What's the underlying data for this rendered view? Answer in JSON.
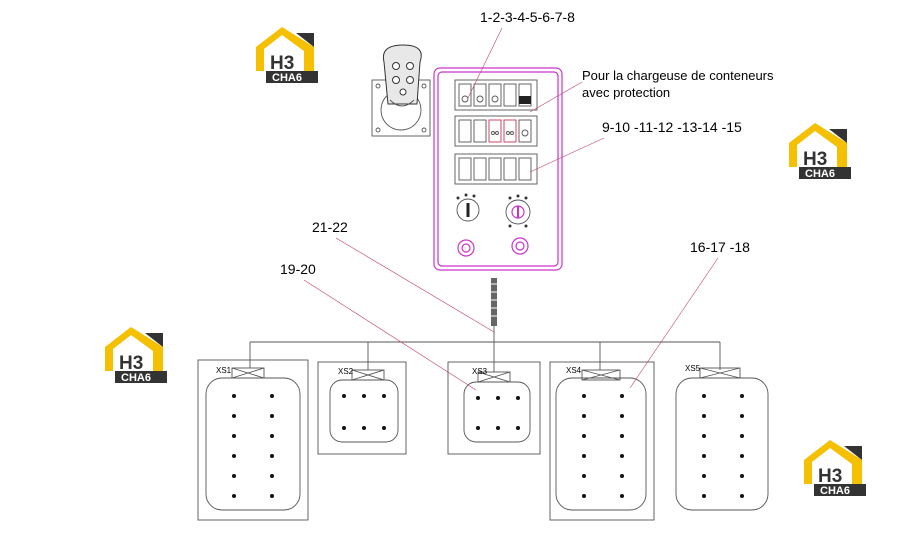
{
  "labels": {
    "part_1_8": "1-2-3-4-5-6-7-8",
    "note_line1": "Pour la chargeuse de conteneurs",
    "note_line2": "avec protection",
    "part_9_15": "9-10 -11-12 -13-14 -15",
    "part_21_22": "21-22",
    "part_19_20": "19-20",
    "part_16_18": "16-17 -18"
  },
  "connectors": {
    "xs1": "XS1",
    "xs2": "XS2",
    "xs3": "XS3",
    "xs4": "XS4",
    "xs5": "XS5"
  },
  "logo": {
    "letters": "H3",
    "bar_text": "CHA6",
    "accent_color": "#f5c000",
    "dark_color": "#333333"
  },
  "colors": {
    "panel": "#cc33cc",
    "leader": "#c04070"
  }
}
